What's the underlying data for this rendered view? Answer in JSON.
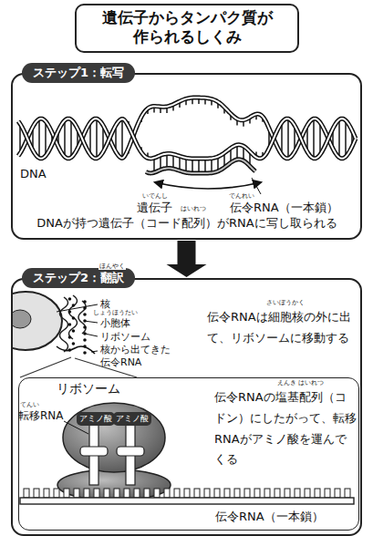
{
  "diagram": {
    "title": "遺伝子からタンパク質が作られるしくみ",
    "nodes": [
      {
        "text": [
          "遺伝子からタンパク質が作られるしくみ"
        ]
      },
      {
        "text": [
          "ステップ1：転写",
          "DNAが持つ遺伝子（コード配列）がRNAに写し取られる"
        ]
      },
      {
        "text": [
          "ステップ2：翻訳",
          "伝令RNAは細胞核の外に出て、リボソームに移動する"
        ]
      },
      {
        "text": [
          "伝令RNAの塩基配列（コドン）にしたがって、転移RNAがアミノ酸を運んでくる"
        ],
        "in": 2
      }
    ],
    "edges": [
      {
        "from": 1,
        "to": 2,
        "arrow": "to"
      }
    ],
    "labels": [
      "DNA",
      "いでんし",
      "遺伝子",
      "でんれい",
      "伝令RNA（一本鎖）",
      "はいれつ",
      "ほんやく",
      "しょうほうたい",
      "核",
      "小胞体",
      "リボソーム",
      "核から出てきた伝令RNA",
      "さいぼうかく",
      "リボソーム",
      "てんい",
      "転移RNA",
      "アミノ酸",
      "アミノ酸",
      "えんき",
      "はいれつ",
      "伝令RNA（一本鎖）"
    ]
  }
}
